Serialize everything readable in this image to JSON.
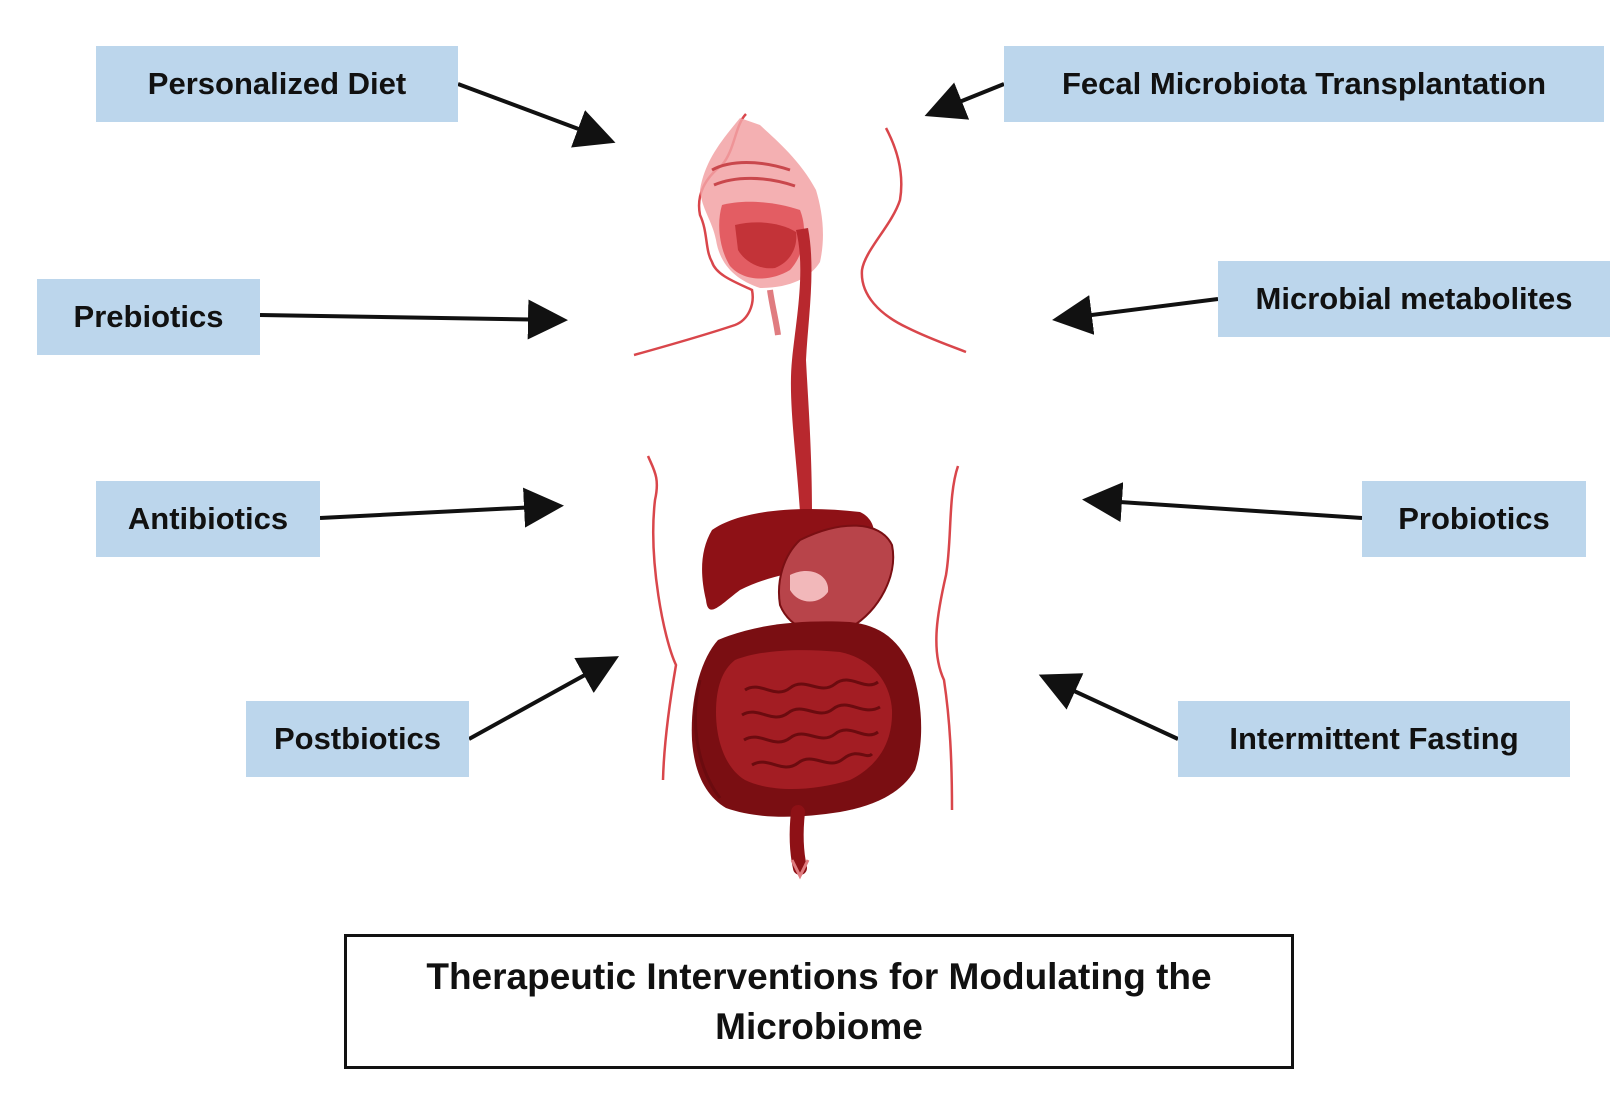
{
  "interventions": {
    "personalized_diet": "Personalized Diet",
    "fecal_microbiota_transplantation": "Fecal Microbiota Transplantation",
    "prebiotics": "Prebiotics",
    "microbial_metabolites": "Microbial metabolites",
    "antibiotics": "Antibiotics",
    "probiotics": "Probiotics",
    "postbiotics": "Postbiotics",
    "intermittent_fasting": "Intermittent Fasting"
  },
  "title": "Therapeutic Interventions for Modulating the Microbiome",
  "colors": {
    "label_fill": "#bcd6ec",
    "arrow": "#111111",
    "organ_dark": "#8e1116",
    "organ_mid": "#b8282e",
    "organ_light": "#e77c80",
    "body_outline": "#d9464b"
  }
}
